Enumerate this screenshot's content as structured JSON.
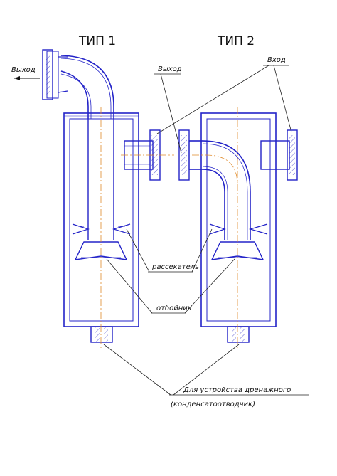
{
  "titles": {
    "type1": "ТИП 1",
    "type2": "ТИП 2"
  },
  "labels": {
    "outlet_left": "Выход",
    "outlet_right": "Выход",
    "inlet": "Вход",
    "diffuser": "рассекатель",
    "deflector": "отбойник",
    "drain_line1": "Для устройства дренажного",
    "drain_line2": "(конденсатоотводчик)"
  },
  "colors": {
    "outline": "#2323c8",
    "axis": "#e08a2a",
    "leader": "#222222"
  }
}
